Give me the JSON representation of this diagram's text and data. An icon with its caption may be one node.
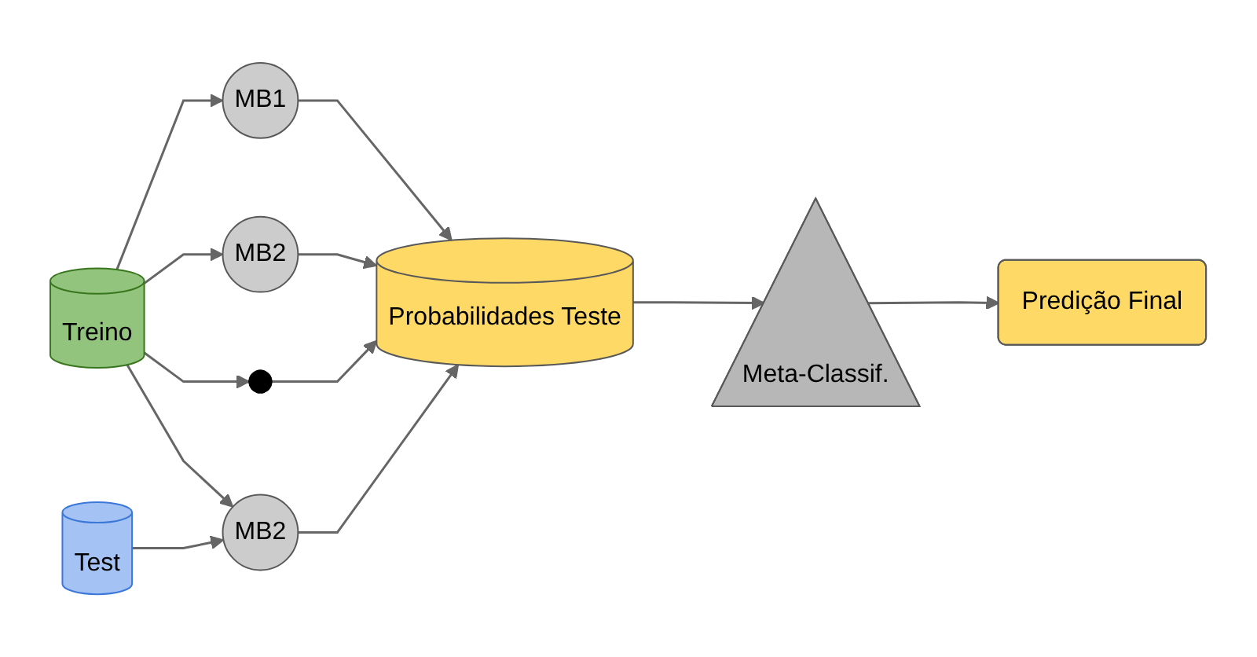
{
  "diagram": {
    "nodes": [
      {
        "text": [
          "Treino"
        ]
      },
      {
        "text": [
          "MB1"
        ]
      },
      {
        "text": [
          "MB2"
        ]
      },
      {
        "text": [],
        "shape": "dots"
      },
      {
        "text": [
          "MB2"
        ]
      },
      {
        "text": [
          "Test"
        ]
      },
      {
        "text": [
          "Probabilidades Teste"
        ]
      },
      {
        "text": [
          "Meta-Classif."
        ]
      },
      {
        "text": [
          "Predição Final"
        ]
      }
    ],
    "edges": [
      {
        "from": 0,
        "to": 1,
        "arrow": "to"
      },
      {
        "from": 0,
        "to": 2,
        "arrow": "to"
      },
      {
        "from": 0,
        "to": 3,
        "arrow": "to"
      },
      {
        "from": 0,
        "to": 4,
        "arrow": "to"
      },
      {
        "from": 5,
        "to": 4,
        "arrow": "to"
      },
      {
        "from": 1,
        "to": 6,
        "arrow": "to"
      },
      {
        "from": 2,
        "to": 6,
        "arrow": "to"
      },
      {
        "from": 3,
        "to": 6,
        "arrow": "to"
      },
      {
        "from": 4,
        "to": 6,
        "arrow": "to"
      },
      {
        "from": 6,
        "to": 7,
        "arrow": "to"
      },
      {
        "from": 7,
        "to": 8,
        "arrow": "to"
      }
    ]
  }
}
